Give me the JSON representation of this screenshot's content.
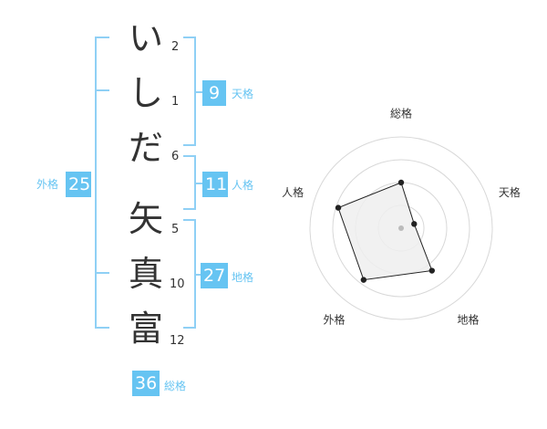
{
  "name": {
    "given_first": [
      {
        "char": "い",
        "strokes": "2"
      },
      {
        "char": "し",
        "strokes": "1"
      },
      {
        "char": "だ",
        "strokes": "6"
      }
    ],
    "family": [
      {
        "char": "矢",
        "strokes": "5"
      },
      {
        "char": "真",
        "strokes": "10"
      },
      {
        "char": "富",
        "strokes": "12"
      }
    ]
  },
  "scores": {
    "tenkaku": {
      "label": "天格",
      "value": "9"
    },
    "jinkaku": {
      "label": "人格",
      "value": "11"
    },
    "chikaku": {
      "label": "地格",
      "value": "27"
    },
    "gaikaku": {
      "label": "外格",
      "value": "25"
    },
    "soukaku": {
      "label": "総格",
      "value": "36"
    }
  },
  "radar": {
    "axes": [
      "総格",
      "天格",
      "地格",
      "外格",
      "人格"
    ],
    "levels": 4,
    "values": [
      2.0,
      0.6,
      2.3,
      2.8,
      2.9
    ],
    "max": 4,
    "colors": {
      "grid": "#d8d8d8",
      "fill": "#eeeeee",
      "stroke": "#222222",
      "center": "#bbbbbb"
    }
  },
  "colors": {
    "accent": "#66c4f2",
    "bracket": "#8fd0f5",
    "text": "#333333"
  }
}
